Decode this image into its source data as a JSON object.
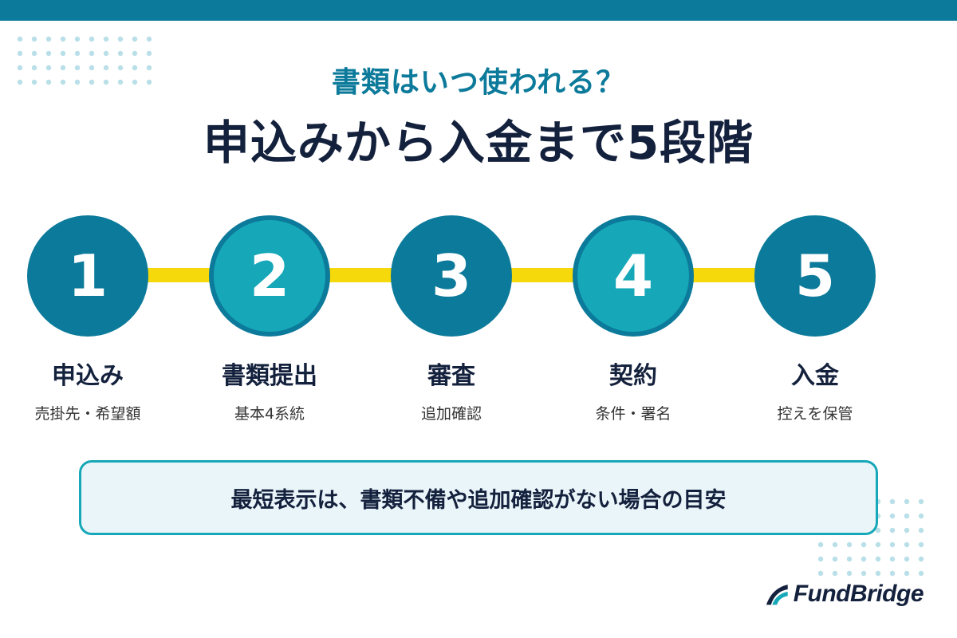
{
  "header": {
    "subtitle": "書類はいつ使われる？",
    "title": "申込みから入金まで5段階"
  },
  "steps": [
    {
      "number": "1",
      "label": "申込み",
      "sub": "売掛先・希望額"
    },
    {
      "number": "2",
      "label": "書類提出",
      "sub": "基本4系統"
    },
    {
      "number": "3",
      "label": "審査",
      "sub": "追加確認"
    },
    {
      "number": "4",
      "label": "契約",
      "sub": "条件・署名"
    },
    {
      "number": "5",
      "label": "入金",
      "sub": "控えを保管"
    }
  ],
  "note": "最短表示は、書類不備や追加確認がない場合の目安",
  "logo": {
    "text": "FundBridge"
  },
  "colors": {
    "primary": "#0c7a9a",
    "accent": "#16a8b8",
    "connector": "#f5d90a",
    "navy": "#14213d",
    "note_bg": "#eaf5f9"
  }
}
